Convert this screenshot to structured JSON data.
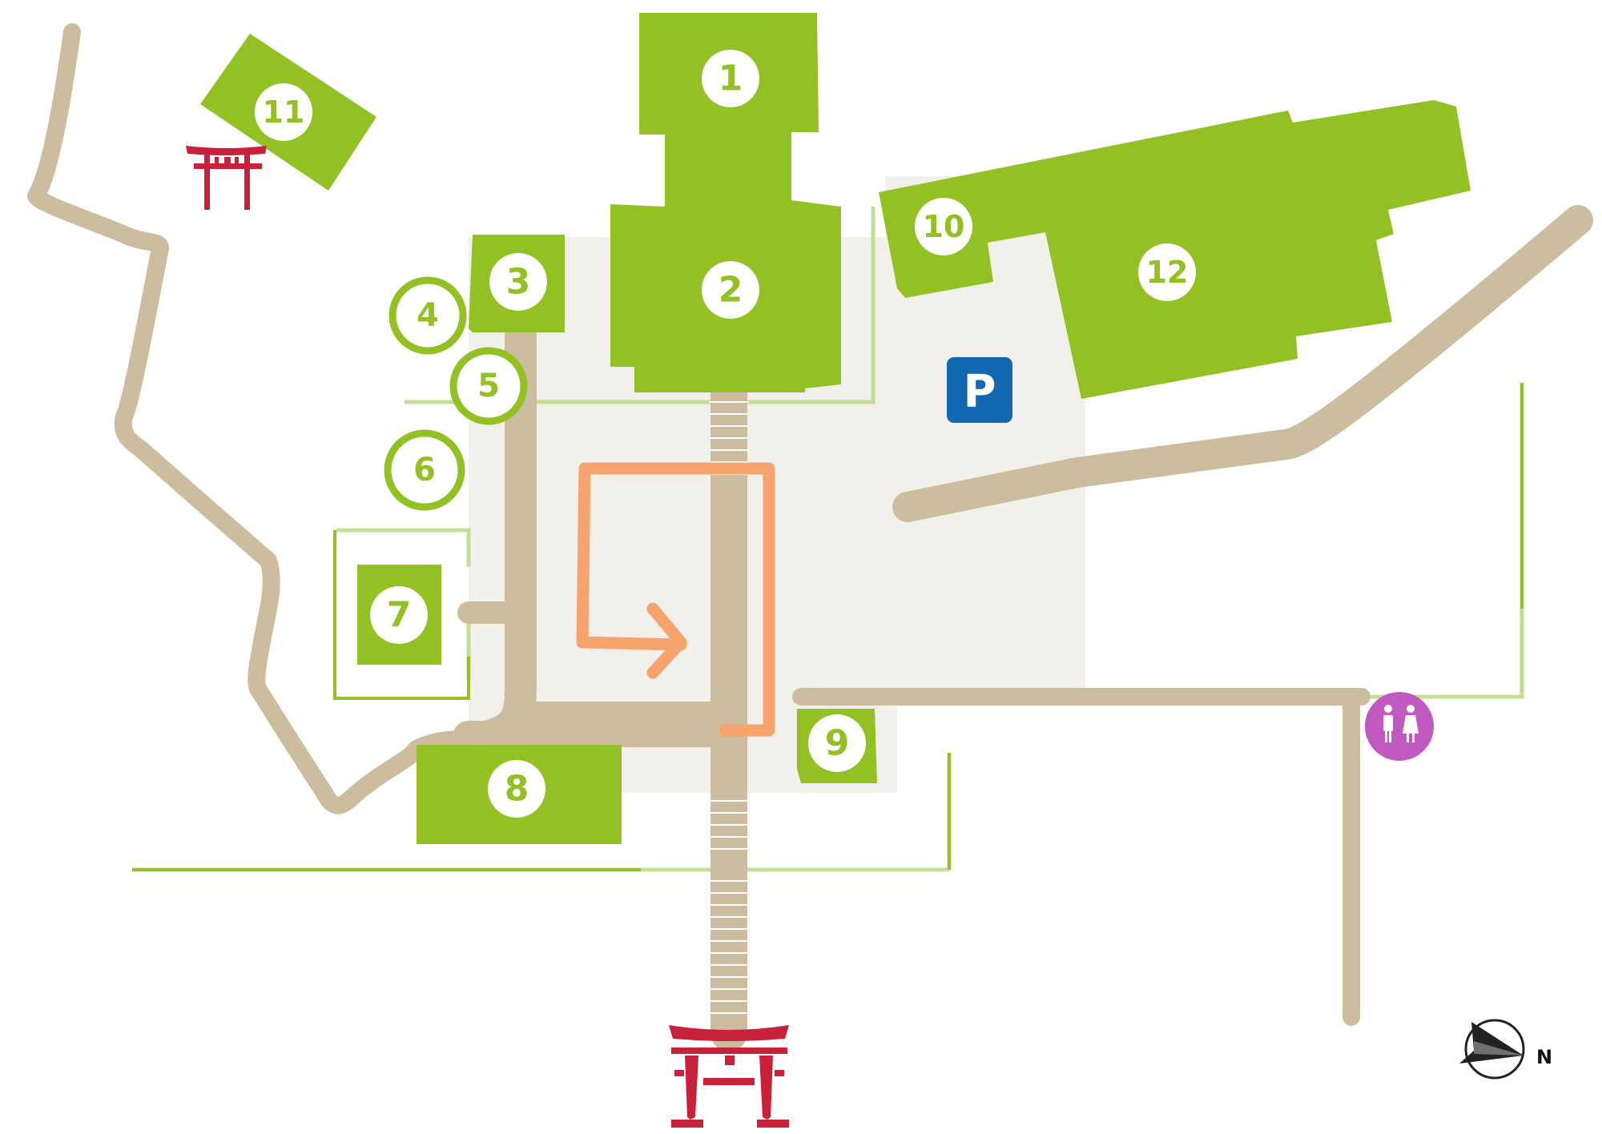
{
  "map": {
    "colors": {
      "building": "#93c124",
      "path": "#ccbd9e",
      "plaza": "#f2f0ea",
      "torii": "#c8213a",
      "route": "#f7a36e",
      "parking": "#1268b3",
      "restroom": "#c05ac1",
      "thin_line": "#c3df96"
    },
    "buildings": [
      {
        "id": "b1",
        "label": "1"
      },
      {
        "id": "b2",
        "label": "2"
      },
      {
        "id": "b3",
        "label": "3"
      },
      {
        "id": "b4",
        "label": "4"
      },
      {
        "id": "b5",
        "label": "5"
      },
      {
        "id": "b6",
        "label": "6"
      },
      {
        "id": "b7",
        "label": "7"
      },
      {
        "id": "b8",
        "label": "8"
      },
      {
        "id": "b9",
        "label": "9"
      },
      {
        "id": "b10",
        "label": "10"
      },
      {
        "id": "b11",
        "label": "11"
      },
      {
        "id": "b12",
        "label": "12"
      }
    ],
    "parking": {
      "label": "P",
      "icon": "parking-icon"
    },
    "restroom": {
      "icon": "restroom-icon"
    },
    "torii_icons": [
      "torii-gate-main-icon",
      "torii-gate-small-icon"
    ],
    "compass": {
      "label": "N",
      "icon": "compass-icon"
    }
  }
}
